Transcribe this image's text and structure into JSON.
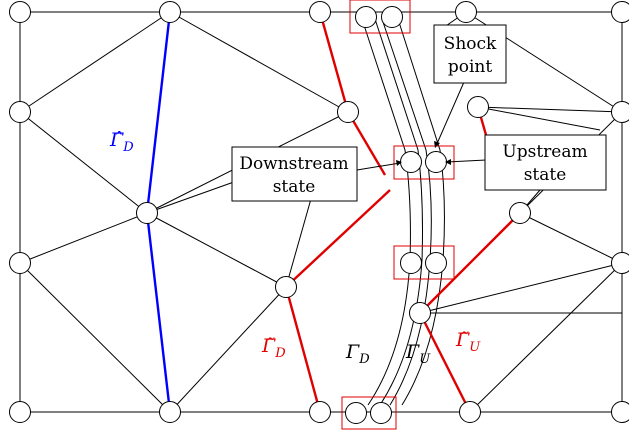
{
  "colors": {
    "blue": "#0000ff",
    "red": "#e00000",
    "black": "#000000"
  },
  "labels": {
    "shock_point_line1": "Shock",
    "shock_point_line2": "point",
    "downstream_line1": "Downstream",
    "downstream_line2": "state",
    "upstream_line1": "Upstream",
    "upstream_line2": "state"
  },
  "math": {
    "gamma_hat_d": "Γ̂",
    "gamma_hat_d_sub": "D",
    "gamma_tilde_d": "Γ̃",
    "gamma_tilde_d_sub": "D",
    "gamma_tilde_u": "Γ̃",
    "gamma_tilde_u_sub": "U",
    "gamma_d": "Γ",
    "gamma_d_sub": "D",
    "gamma_u": "Γ",
    "gamma_u_sub": "U"
  }
}
